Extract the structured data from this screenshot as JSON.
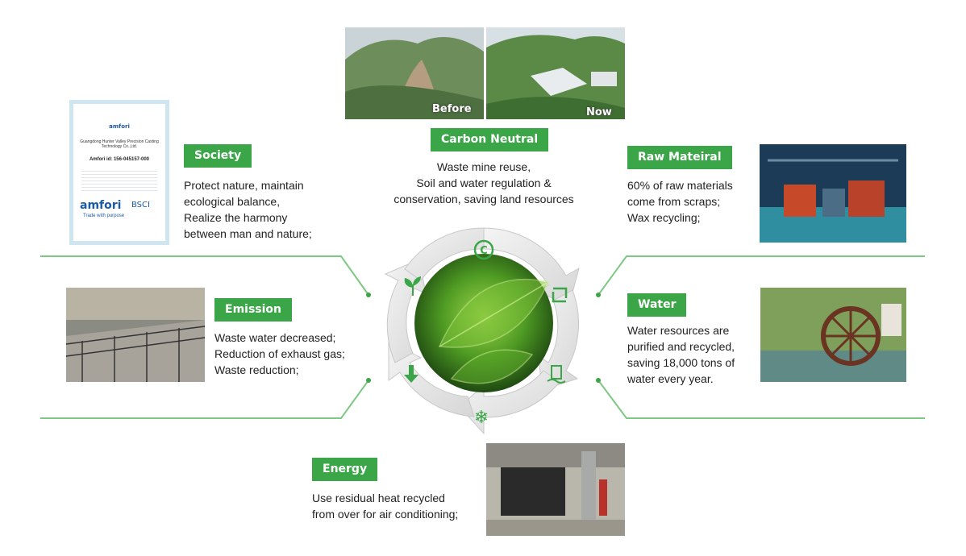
{
  "colors": {
    "accent": "#3ba647",
    "line": "#7dc882",
    "text": "#222222"
  },
  "carbon_neutral": {
    "tag": "Carbon Neutral",
    "lines": [
      "Waste mine reuse,",
      "Soil and water regulation &",
      "conservation, saving land resources"
    ],
    "photo_before_caption": "Before",
    "photo_now_caption": "Now"
  },
  "society": {
    "tag": "Society",
    "lines": [
      "Protect nature, maintain",
      "ecological balance,",
      "Realize the harmony",
      "between man and nature;"
    ],
    "certificate": {
      "brand": "amfori",
      "brand_suffix": "BSCI",
      "tagline": "Trade with purpose",
      "company": "Guangdong Hunter Valley Precision Casting Technology Co.,Ltd.",
      "id_line": "Amfori id: 156-045157-000"
    }
  },
  "raw_material": {
    "tag": "Raw Mateiral",
    "lines": [
      "60% of raw materials",
      "come from scraps;",
      "Wax recycling;"
    ]
  },
  "emission": {
    "tag": "Emission",
    "lines": [
      "Waste water decreased;",
      "Reduction of exhaust gas;",
      "Waste reduction;"
    ]
  },
  "water": {
    "tag": "Water",
    "lines": [
      "Water resources are",
      "purified and recycled,",
      "saving 18,000 tons of",
      "water every year."
    ]
  },
  "energy": {
    "tag": "Energy",
    "lines": [
      "Use residual heat recycled",
      "from over for air conditioning;"
    ]
  },
  "cycle_icons": [
    "carbon-icon",
    "recycle-icon",
    "water-wheel-icon",
    "snowflake-icon",
    "down-arrow-icon",
    "sprout-icon"
  ]
}
